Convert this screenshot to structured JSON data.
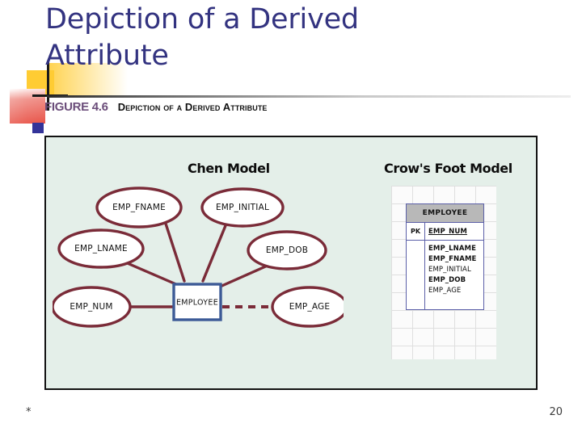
{
  "slide": {
    "title": "Depiction of a Derived Attribute",
    "page_number": "20",
    "footer_marker": "*"
  },
  "figure": {
    "number_label": "FIGURE 4.6",
    "caption": "Depiction of a Derived Attribute",
    "panel_background": "#e4efe9",
    "panel_border": "#121212"
  },
  "colors": {
    "title_text": "#333380",
    "figure_number": "#6b4d7a",
    "entity_outline": "#3c5a96",
    "attribute_outline": "#7a2b38",
    "crows_table_border": "#5b5fa8",
    "crows_header_fill": "#b8b8b8",
    "decor_yellow": "#ffcc33",
    "decor_red": "#e8463c",
    "decor_navy": "#333399"
  },
  "chen_model": {
    "heading": "Chen Model",
    "entity": "EMPLOYEE",
    "attributes": [
      {
        "label": "EMP_FNAME",
        "derived": false
      },
      {
        "label": "EMP_INITIAL",
        "derived": false
      },
      {
        "label": "EMP_LNAME",
        "derived": false
      },
      {
        "label": "EMP_DOB",
        "derived": false
      },
      {
        "label": "EMP_NUM",
        "derived": false
      },
      {
        "label": "EMP_AGE",
        "derived": true
      }
    ]
  },
  "crows_foot_model": {
    "heading": "Crow's Foot Model",
    "table_name": "EMPLOYEE",
    "key_tag": "PK",
    "key_attribute": "EMP_NUM",
    "attributes": [
      {
        "label": "EMP_LNAME",
        "bold": true
      },
      {
        "label": "EMP_FNAME",
        "bold": true
      },
      {
        "label": "EMP_INITIAL",
        "bold": false
      },
      {
        "label": "EMP_DOB",
        "bold": true
      },
      {
        "label": "EMP_AGE",
        "bold": false
      }
    ]
  }
}
